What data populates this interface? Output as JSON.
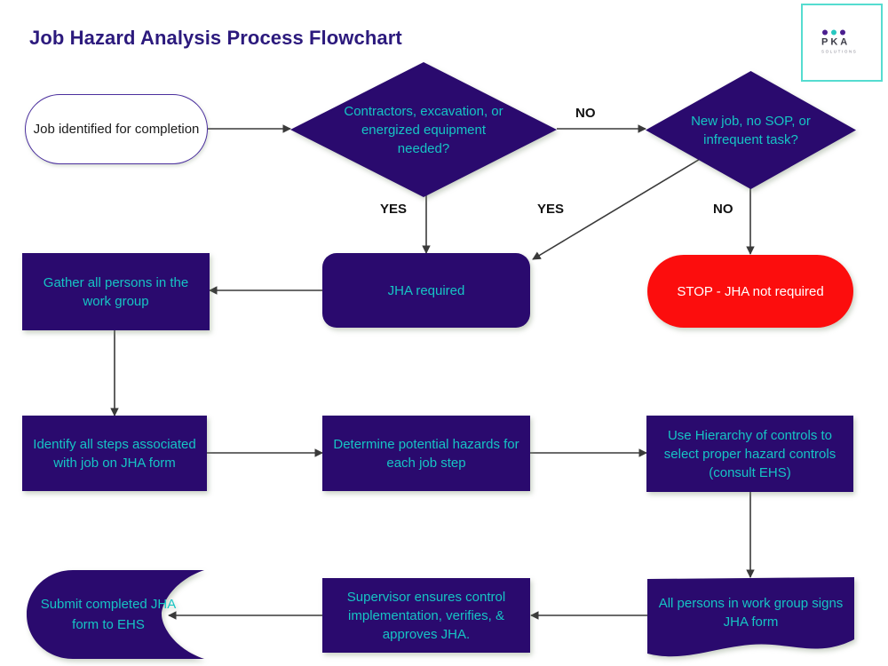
{
  "page": {
    "title": "Job Hazard Analysis Process Flowchart",
    "background_color": "#ffffff"
  },
  "logo": {
    "name": "PKA",
    "tagline": "SOLUTIONS",
    "border_color": "#55dcd0",
    "dot_colors": [
      "#4b1f8f",
      "#29c8c0",
      "#4b1f8f"
    ]
  },
  "colors": {
    "node_fill": "#2a0a6e",
    "node_text": "#16c4c4",
    "stop_fill": "#fc0d0d",
    "stop_text": "#ffffff",
    "title_text": "#2c1a7d",
    "terminator_border": "#4b2f9e",
    "terminator_text": "#1b1b1b",
    "connector": "#3a3a3a",
    "edge_label_text": "#111111"
  },
  "flowchart": {
    "type": "flowchart",
    "nodes": [
      {
        "id": "start",
        "shape": "terminator",
        "text": "Job identified for completion",
        "fill": "#ffffff",
        "text_color": "#1b1b1b"
      },
      {
        "id": "decision1",
        "shape": "diamond",
        "text": "Contractors, excavation, or energized equipment needed?",
        "fill": "#2a0a6e",
        "text_color": "#16c4c4"
      },
      {
        "id": "decision2",
        "shape": "diamond",
        "text": "New job, no SOP, or infrequent task?",
        "fill": "#2a0a6e",
        "text_color": "#16c4c4"
      },
      {
        "id": "jha_required",
        "shape": "rounded-rectangle",
        "text": "JHA required",
        "fill": "#2a0a6e",
        "text_color": "#16c4c4"
      },
      {
        "id": "stop",
        "shape": "rounded-rectangle",
        "text": "STOP - JHA not required",
        "fill": "#fc0d0d",
        "text_color": "#ffffff"
      },
      {
        "id": "gather",
        "shape": "rectangle",
        "text": "Gather all persons in the work group",
        "fill": "#2a0a6e",
        "text_color": "#16c4c4"
      },
      {
        "id": "identify_steps",
        "shape": "rectangle",
        "text": "Identify all steps associated with job on JHA form",
        "fill": "#2a0a6e",
        "text_color": "#16c4c4"
      },
      {
        "id": "determine_hazards",
        "shape": "rectangle",
        "text": "Determine potential hazards for each job step",
        "fill": "#2a0a6e",
        "text_color": "#16c4c4"
      },
      {
        "id": "hierarchy_controls",
        "shape": "rectangle",
        "text": "Use Hierarchy of controls to select proper hazard controls (consult EHS)",
        "fill": "#2a0a6e",
        "text_color": "#16c4c4"
      },
      {
        "id": "sign_form",
        "shape": "document",
        "text": "All persons in work group signs JHA form",
        "fill": "#2a0a6e",
        "text_color": "#16c4c4"
      },
      {
        "id": "supervisor",
        "shape": "rectangle",
        "text": "Supervisor ensures control implementation, verifies, & approves JHA.",
        "fill": "#2a0a6e",
        "text_color": "#16c4c4"
      },
      {
        "id": "submit",
        "shape": "delay",
        "text": "Submit completed JHA form to EHS",
        "fill": "#2a0a6e",
        "text_color": "#16c4c4"
      }
    ],
    "edges": [
      {
        "id": "e1",
        "from": "start",
        "to": "decision1",
        "label": ""
      },
      {
        "id": "e2",
        "from": "decision1",
        "to": "decision2",
        "label": "NO"
      },
      {
        "id": "e3",
        "from": "decision1",
        "to": "jha_required",
        "label": "YES"
      },
      {
        "id": "e4",
        "from": "decision2",
        "to": "jha_required",
        "label": "YES"
      },
      {
        "id": "e5",
        "from": "decision2",
        "to": "stop",
        "label": "NO"
      },
      {
        "id": "e6",
        "from": "jha_required",
        "to": "gather",
        "label": ""
      },
      {
        "id": "e7",
        "from": "gather",
        "to": "identify_steps",
        "label": ""
      },
      {
        "id": "e8",
        "from": "identify_steps",
        "to": "determine_hazards",
        "label": ""
      },
      {
        "id": "e9",
        "from": "determine_hazards",
        "to": "hierarchy_controls",
        "label": ""
      },
      {
        "id": "e10",
        "from": "hierarchy_controls",
        "to": "sign_form",
        "label": ""
      },
      {
        "id": "e11",
        "from": "sign_form",
        "to": "supervisor",
        "label": ""
      },
      {
        "id": "e12",
        "from": "supervisor",
        "to": "submit",
        "label": ""
      }
    ],
    "edge_labels": {
      "decision1_no": "NO",
      "decision1_yes": "YES",
      "decision2_yes": "YES",
      "decision2_no": "NO"
    }
  }
}
